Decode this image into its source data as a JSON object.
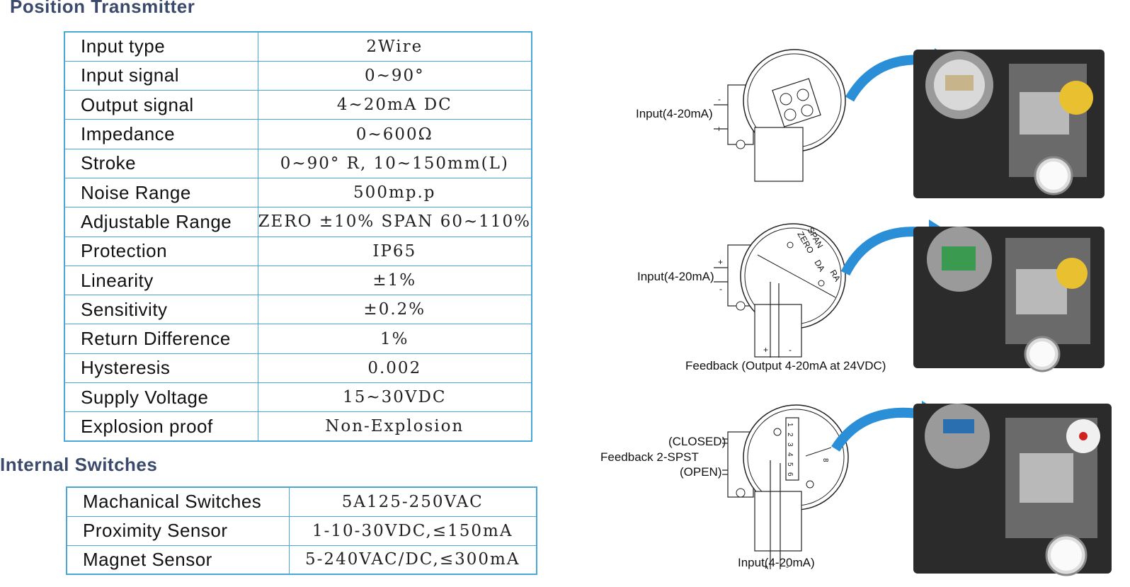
{
  "position_transmitter": {
    "title": "Position Transmitter",
    "rows": [
      {
        "label": "Input type",
        "value": "2Wire"
      },
      {
        "label": "Input signal",
        "value": "0~90°"
      },
      {
        "label": "Output signal",
        "value": "4~20mA DC"
      },
      {
        "label": "Impedance",
        "value": "0~600Ω"
      },
      {
        "label": "Stroke",
        "value": "0~90° R, 10~150mm(L)"
      },
      {
        "label": "Noise Range",
        "value": "500mp.p"
      },
      {
        "label": "Adjustable Range",
        "value": "ZERO ±10%  SPAN 60~110%"
      },
      {
        "label": "Protection",
        "value": "IP65"
      },
      {
        "label": "Linearity",
        "value": "±1%"
      },
      {
        "label": "Sensitivity",
        "value": "±0.2%"
      },
      {
        "label": "Return Difference",
        "value": "1%"
      },
      {
        "label": "Hysteresis",
        "value": "0.002"
      },
      {
        "label": "Supply Voltage",
        "value": "15~30VDC"
      },
      {
        "label": "Explosion proof",
        "value": "Non-Explosion"
      }
    ]
  },
  "internal_switches": {
    "title": "Internal Switches",
    "rows": [
      {
        "label": "Machanical Switches",
        "value": "5A125-250VAC"
      },
      {
        "label": "Proximity Sensor",
        "value": "1-10-30VDC,≤150mA"
      },
      {
        "label": "Magnet Sensor",
        "value": "5-240VAC/DC,≤300mA"
      }
    ]
  },
  "diagrams": {
    "d1": {
      "input_label": "Input(4-20mA)",
      "minus": "-",
      "plus": "+"
    },
    "d2": {
      "input_label": "Input(4-20mA)",
      "plus": "+",
      "minus": "-",
      "span": "SPAN",
      "zero": "ZERO",
      "da": "DA",
      "ra": "RA",
      "feedback_label": "Feedback (Output 4-20mA at 24VDC)"
    },
    "d3": {
      "closed_label": "(CLOSED)",
      "feedback_label": "Feedback 2-SPST",
      "open_label": "(OPEN)",
      "plus": "+",
      "minus": "-",
      "input_label": "Input(4-20mA)",
      "terminals": [
        "1",
        "2",
        "3",
        "4",
        "5",
        "6"
      ],
      "terminal_extra": "8"
    }
  },
  "colors": {
    "heading": "#3b4a6b",
    "table_border": "#4aa8d8",
    "arrow": "#2a8fd6"
  }
}
